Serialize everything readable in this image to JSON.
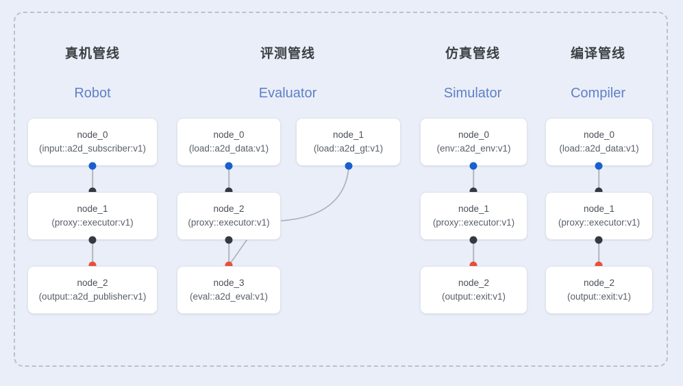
{
  "diagram": {
    "background_color": "#e9eef8",
    "frame_border_color": "#b9c1d0",
    "title_color": "#3c4043",
    "subtitle_color": "#5f7fc6",
    "port_colors": {
      "input": "#1a5fd0",
      "internal": "#343a40",
      "output": "#e8503a"
    },
    "link_color": "#a9aeb8",
    "columns": [
      {
        "title_cn": "真机管线",
        "title_en": "Robot",
        "nodes": [
          {
            "name": "node_0",
            "type": "(input::a2d_subscriber:v1)"
          },
          {
            "name": "node_1",
            "type": "(proxy::executor:v1)"
          },
          {
            "name": "node_2",
            "type": "(output::a2d_publisher:v1)"
          }
        ]
      },
      {
        "title_cn": "评测管线",
        "title_en": "Evaluator",
        "nodes": [
          {
            "name": "node_0",
            "type": "(load::a2d_data:v1)"
          },
          {
            "name": "node_1",
            "type": "(load::a2d_gt:v1)"
          },
          {
            "name": "node_2",
            "type": "(proxy::executor:v1)"
          },
          {
            "name": "node_3",
            "type": "(eval::a2d_eval:v1)"
          }
        ]
      },
      {
        "title_cn": "仿真管线",
        "title_en": "Simulator",
        "nodes": [
          {
            "name": "node_0",
            "type": "(env::a2d_env:v1)"
          },
          {
            "name": "node_1",
            "type": "(proxy::executor:v1)"
          },
          {
            "name": "node_2",
            "type": "(output::exit:v1)"
          }
        ]
      },
      {
        "title_cn": "编译管线",
        "title_en": "Compiler",
        "nodes": [
          {
            "name": "node_0",
            "type": "(load::a2d_data:v1)"
          },
          {
            "name": "node_1",
            "type": "(proxy::executor:v1)"
          },
          {
            "name": "node_2",
            "type": "(output::exit:v1)"
          }
        ]
      }
    ]
  }
}
